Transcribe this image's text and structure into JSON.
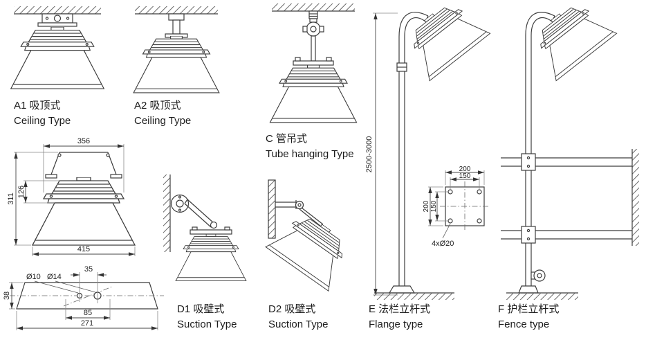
{
  "labels": {
    "a1": {
      "cn": "A1 吸顶式",
      "en": "Ceiling Type"
    },
    "a2": {
      "cn": "A2 吸顶式",
      "en": "Ceiling Type"
    },
    "c": {
      "cn": "C 管吊式",
      "en": "Tube hanging Type"
    },
    "d1": {
      "cn": "D1 吸壁式",
      "en": "Suction Type"
    },
    "d2": {
      "cn": "D2 吸壁式",
      "en": "Suction Type"
    },
    "e": {
      "cn": "E 法栏立杆式",
      "en": "Flange type"
    },
    "f": {
      "cn": "F 护栏立杆式",
      "en": "Fence type"
    }
  },
  "dims": {
    "front": {
      "top_width": "356",
      "total_height": "311",
      "body_height": "126",
      "bottom_width": "415"
    },
    "plate": {
      "hole_pitch": "35",
      "hole_d_small": "Ø10",
      "hole_d_large": "Ø14",
      "height": "38",
      "slot_pitch": "85",
      "length": "271"
    },
    "pole": {
      "height_range": "2500-3000"
    },
    "flange": {
      "outer_w": "200",
      "inner_w": "150",
      "outer_h": "200",
      "inner_h": "150",
      "holes": "4xØ20"
    }
  },
  "colors": {
    "line": "#3c3c3c",
    "dim": "#444444",
    "text": "#1c1c1c",
    "background": "#ffffff"
  }
}
